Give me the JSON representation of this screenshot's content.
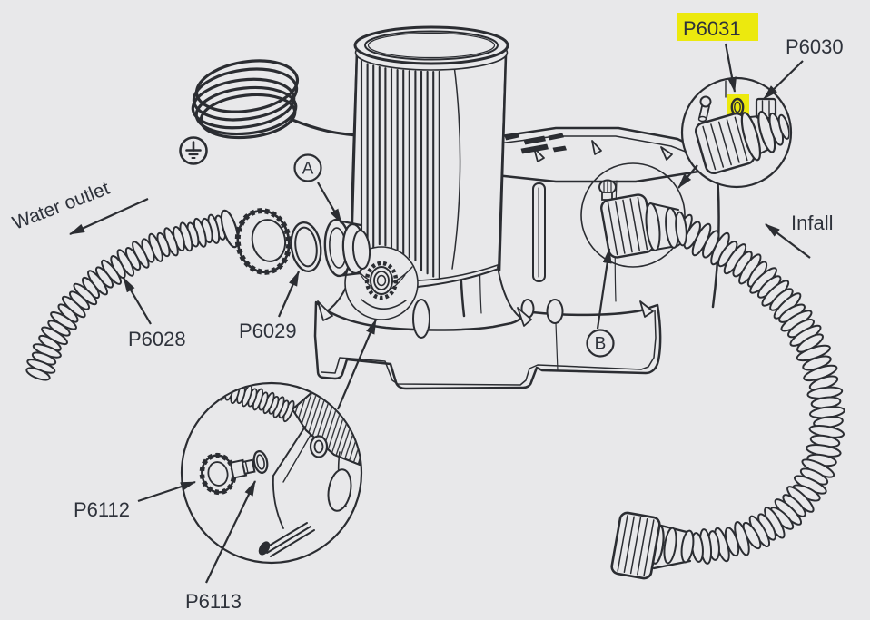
{
  "colors": {
    "background": "#e8e8ea",
    "line": "#2b2d32",
    "text": "#2e323b",
    "highlight": "#ece90e"
  },
  "annotations": {
    "water_outlet": "Water outlet",
    "infall": "Infall"
  },
  "parts": {
    "p6028": "P6028",
    "p6029": "P6029",
    "p6030": "P6030",
    "p6031": "P6031",
    "p6112": "P6112",
    "p6113": "P6113"
  },
  "callouts": {
    "a": "A",
    "b": "B"
  },
  "highlighted_part": "P6031"
}
